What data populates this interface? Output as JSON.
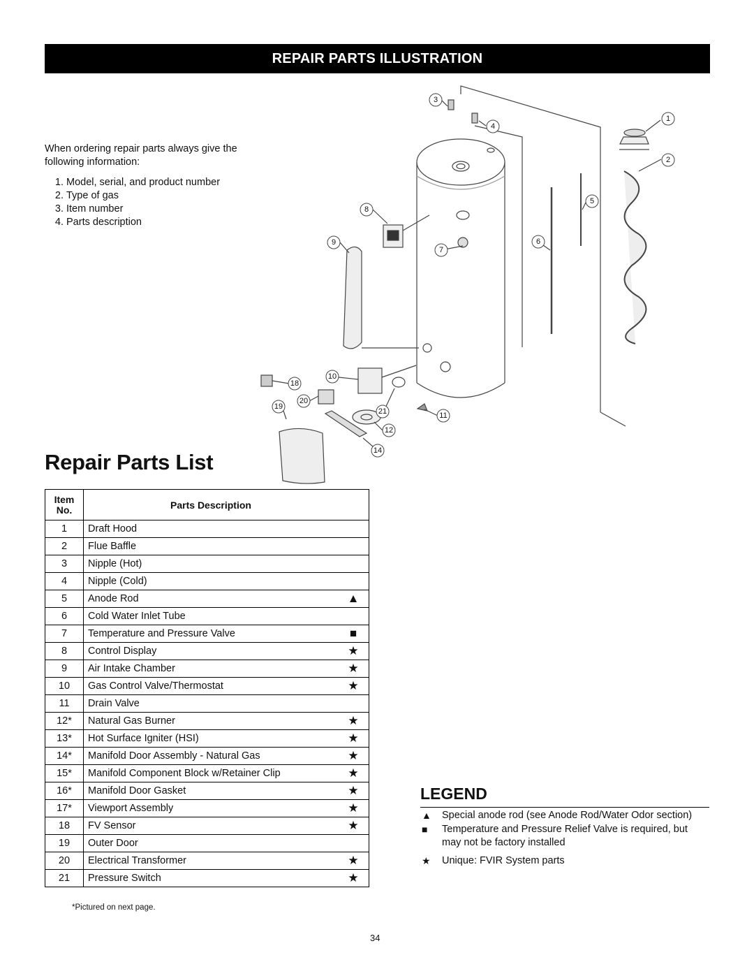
{
  "header": {
    "banner": "REPAIR PARTS ILLUSTRATION"
  },
  "intro": {
    "text": "When ordering repair parts always give the following information:",
    "items": [
      "Model, serial, and product number",
      "Type of gas",
      "Item number",
      "Parts description"
    ]
  },
  "illustration": {
    "callouts": [
      "1",
      "2",
      "3",
      "4",
      "5",
      "6",
      "7",
      "8",
      "9",
      "10",
      "11",
      "12",
      "14",
      "18",
      "19",
      "20",
      "21"
    ]
  },
  "parts_list": {
    "title": "Repair Parts List",
    "col_item_line1": "Item",
    "col_item_line2": "No.",
    "col_desc": "Parts Description",
    "rows": [
      {
        "num": "1",
        "desc": "Draft Hood",
        "sym": ""
      },
      {
        "num": "2",
        "desc": "Flue Baffle",
        "sym": ""
      },
      {
        "num": "3",
        "desc": "Nipple (Hot)",
        "sym": ""
      },
      {
        "num": "4",
        "desc": "Nipple (Cold)",
        "sym": ""
      },
      {
        "num": "5",
        "desc": "Anode Rod",
        "sym": "▲"
      },
      {
        "num": "6",
        "desc": "Cold Water Inlet Tube",
        "sym": ""
      },
      {
        "num": "7",
        "desc": "Temperature and Pressure Valve",
        "sym": "■"
      },
      {
        "num": "8",
        "desc": "Control Display",
        "sym": "★"
      },
      {
        "num": "9",
        "desc": "Air Intake Chamber",
        "sym": "★"
      },
      {
        "num": "10",
        "desc": "Gas Control Valve/Thermostat",
        "sym": "★"
      },
      {
        "num": "11",
        "desc": "Drain Valve",
        "sym": ""
      },
      {
        "num": "12*",
        "desc": "Natural Gas Burner",
        "sym": "★"
      },
      {
        "num": "13*",
        "desc": "Hot Surface Igniter (HSI)",
        "sym": "★"
      },
      {
        "num": "14*",
        "desc": "Manifold Door Assembly - Natural Gas",
        "sym": "★"
      },
      {
        "num": "15*",
        "desc": "Manifold Component Block w/Retainer Clip",
        "sym": "★"
      },
      {
        "num": "16*",
        "desc": "Manifold Door Gasket",
        "sym": "★"
      },
      {
        "num": "17*",
        "desc": "Viewport Assembly",
        "sym": "★"
      },
      {
        "num": "18",
        "desc": "FV Sensor",
        "sym": "★"
      },
      {
        "num": "19",
        "desc": "Outer Door",
        "sym": ""
      },
      {
        "num": "20",
        "desc": "Electrical Transformer",
        "sym": "★"
      },
      {
        "num": "21",
        "desc": "Pressure Switch",
        "sym": "★"
      }
    ],
    "footnote": "*Pictured on next page."
  },
  "legend": {
    "title": "LEGEND",
    "entries": [
      {
        "sym": "▲",
        "text": "Special anode rod (see Anode Rod/Water Odor section)"
      },
      {
        "sym": "■",
        "text": "Temperature and Pressure Relief Valve is required, but may not be factory installed"
      },
      {
        "sym": "★",
        "text": "Unique: FVIR System parts"
      }
    ]
  },
  "page_number": "34"
}
